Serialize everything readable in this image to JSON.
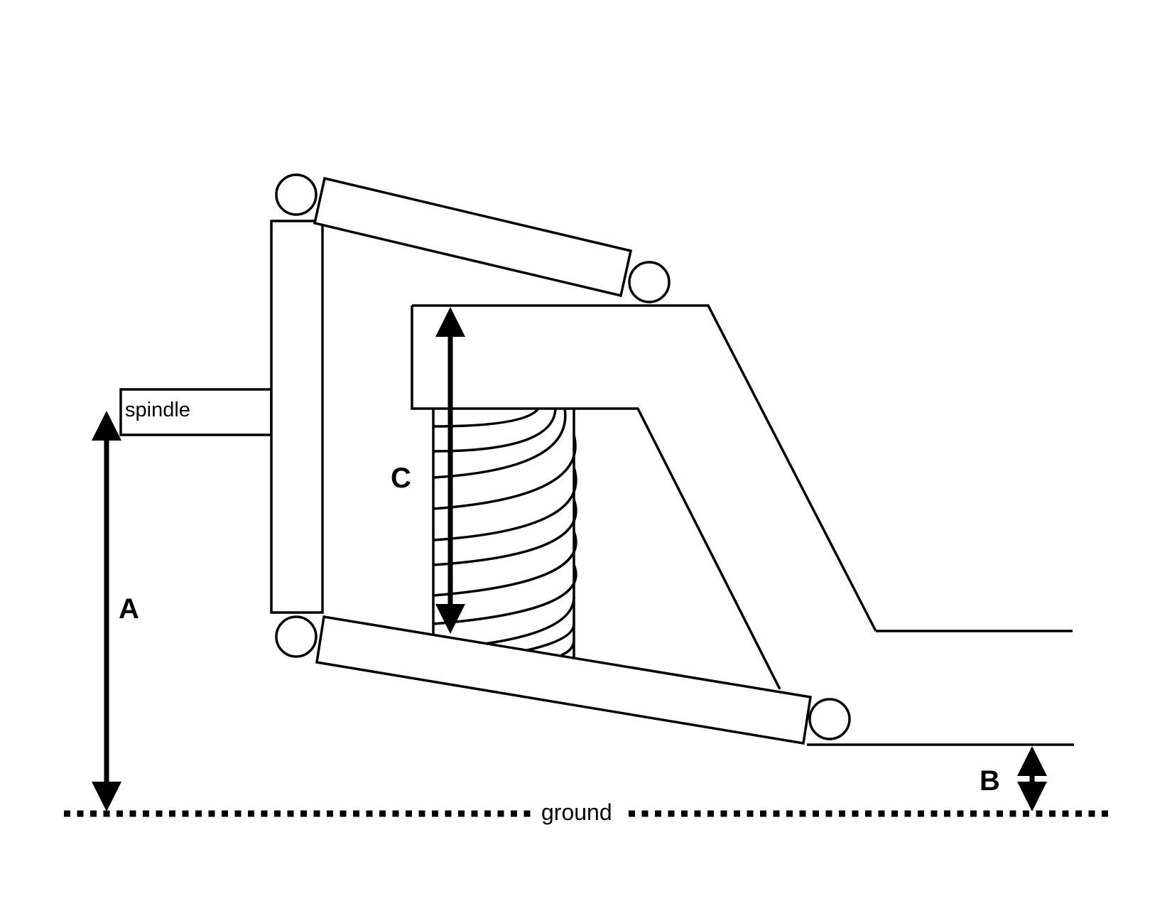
{
  "labels": {
    "spindle": "spindle",
    "ground": "ground",
    "dimension_a": "A",
    "dimension_b": "B",
    "dimension_c": "C"
  },
  "colors": {
    "line": "#000000",
    "background": "#ffffff"
  }
}
